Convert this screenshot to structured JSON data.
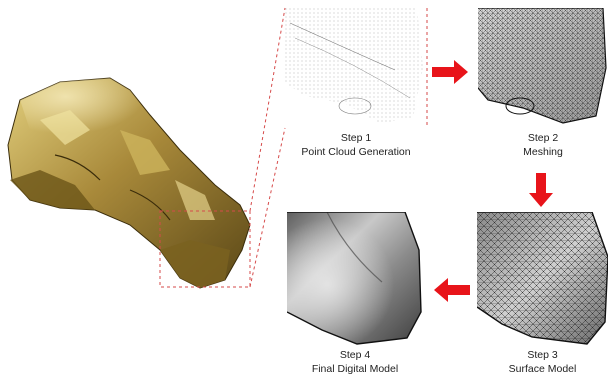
{
  "colors": {
    "arrow": "#e8141a",
    "dash": "#d64a4a",
    "bone": "#b79a3a",
    "bone_dark": "#4a3a12"
  },
  "icons": {
    "specimen": "fossil-skull-specimen",
    "arrow_right": "red-arrow-right",
    "arrow_down": "red-arrow-down",
    "arrow_left": "red-arrow-left"
  },
  "steps": [
    {
      "step": "Step 1",
      "label": "Point Cloud Generation"
    },
    {
      "step": "Step 2",
      "label": "Meshing"
    },
    {
      "step": "Step 3",
      "label": "Surface Model"
    },
    {
      "step": "Step 4",
      "label": "Final Digital Model"
    }
  ]
}
